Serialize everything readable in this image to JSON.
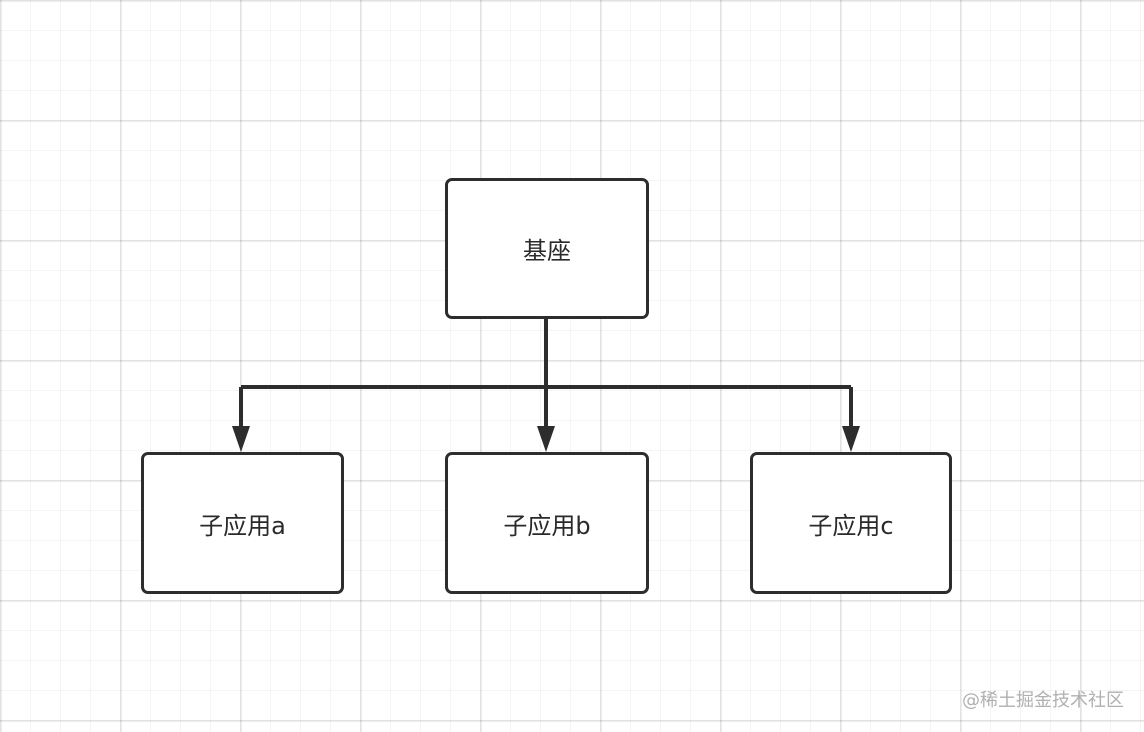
{
  "nodes": {
    "root": {
      "label": "基座"
    },
    "a": {
      "label": "子应用a"
    },
    "b": {
      "label": "子应用b"
    },
    "c": {
      "label": "子应用c"
    }
  },
  "edges": [
    {
      "from": "root",
      "to": "a"
    },
    {
      "from": "root",
      "to": "b"
    },
    {
      "from": "root",
      "to": "c"
    }
  ],
  "colors": {
    "stroke": "#2d2d2d",
    "text": "#2a2a2a",
    "watermark": "#b0b0b0"
  },
  "watermark": "@稀土掘金技术社区"
}
